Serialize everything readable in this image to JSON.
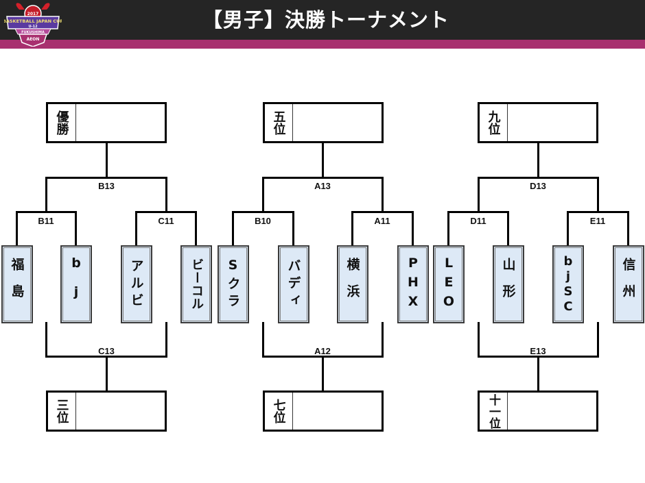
{
  "header": {
    "title": "【男子】決勝トーナメント",
    "logo": {
      "icon": "basketball-japan-cup-logo",
      "year": "2017",
      "name": "BASKETBALL JAPAN CUP",
      "category": "U-12",
      "location": "FUKUSHIMA",
      "sponsor": "AEON"
    },
    "colors": {
      "bar": "#252525",
      "accent": "#a8306f"
    }
  },
  "brackets": [
    {
      "id": "championship",
      "top_result": {
        "label": "優勝",
        "value": ""
      },
      "final_match": "B13",
      "semis": [
        {
          "match": "B11",
          "teams": [
            "福島",
            "bj"
          ]
        },
        {
          "match": "C11",
          "teams": [
            "アルビ",
            "ビーコル"
          ]
        }
      ],
      "consolation_match": "C13",
      "bottom_result": {
        "label": "三位",
        "value": ""
      }
    },
    {
      "id": "fifth-place",
      "top_result": {
        "label": "五位",
        "value": ""
      },
      "final_match": "A13",
      "semis": [
        {
          "match": "B10",
          "teams": [
            "Sクラ",
            "バディ"
          ]
        },
        {
          "match": "A11",
          "teams": [
            "横浜",
            "PHX"
          ]
        }
      ],
      "consolation_match": "A12",
      "bottom_result": {
        "label": "七位",
        "value": ""
      }
    },
    {
      "id": "ninth-place",
      "top_result": {
        "label": "九位",
        "value": ""
      },
      "final_match": "D13",
      "semis": [
        {
          "match": "D11",
          "teams": [
            "LEO",
            "山形"
          ]
        },
        {
          "match": "E11",
          "teams": [
            "bjSC",
            "信州"
          ]
        }
      ],
      "consolation_match": "E13",
      "bottom_result": {
        "label": "十一位",
        "value": ""
      }
    }
  ],
  "colors": {
    "team_fill": "#dde9f6",
    "line": "#000000"
  }
}
